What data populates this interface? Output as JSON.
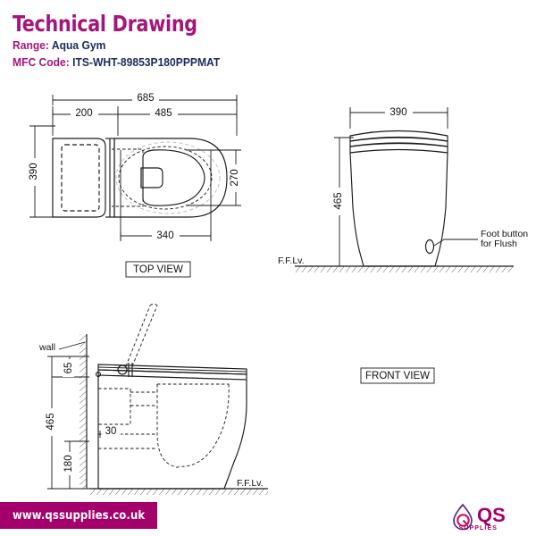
{
  "header": {
    "title": "Technical Drawing",
    "range_label": "Range:",
    "range_value": "Aqua Gym",
    "mfc_label": "MFC Code:",
    "mfc_value": "ITS-WHT-89853P180PPPMAT",
    "title_color": "#A3167A",
    "value_color": "#1D2A5C"
  },
  "top_view": {
    "label": "TOP VIEW",
    "dim_overall": "685",
    "dim_cistern": "200",
    "dim_bowl": "485",
    "dim_width": "390",
    "dim_bowl_width": "270",
    "dim_seat_width": "340"
  },
  "front_view": {
    "label": "FRONT VIEW",
    "dim_width": "390",
    "dim_height": "465",
    "floor_label": "F.F.Lv.",
    "annotation_line1": "Foot button",
    "annotation_line2": "for Flush"
  },
  "side_view": {
    "wall_label": "wall",
    "dim_top": "65",
    "dim_height": "465",
    "dim_low": "180",
    "dim_small": "30",
    "floor_label": "F.F.Lv."
  },
  "footer": {
    "url": "www.qssupplies.co.uk",
    "bar_color": "#A3006B",
    "logo_main": "QS",
    "logo_sub": "SUPPLIES",
    "logo_icon": "water-drop-icon"
  }
}
